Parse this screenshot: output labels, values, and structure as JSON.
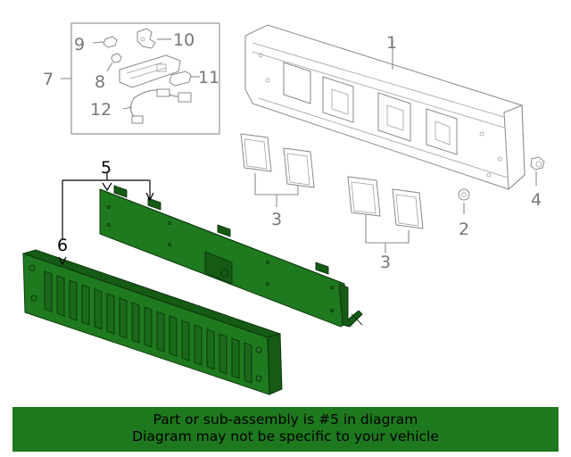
{
  "callouts": {
    "c1": "1",
    "c2": "2",
    "c3a": "3",
    "c3b": "3",
    "c4": "4",
    "c5": "5",
    "c6": "6",
    "c7": "7",
    "c8": "8",
    "c9": "9",
    "c10": "10",
    "c11": "11",
    "c12": "12"
  },
  "banner": {
    "line1": "Part or sub-assembly is #5 in diagram",
    "line2": "Diagram may not be specific to your vehicle"
  },
  "colors": {
    "highlight": "#1e781e",
    "line": "#8a8a8a"
  }
}
